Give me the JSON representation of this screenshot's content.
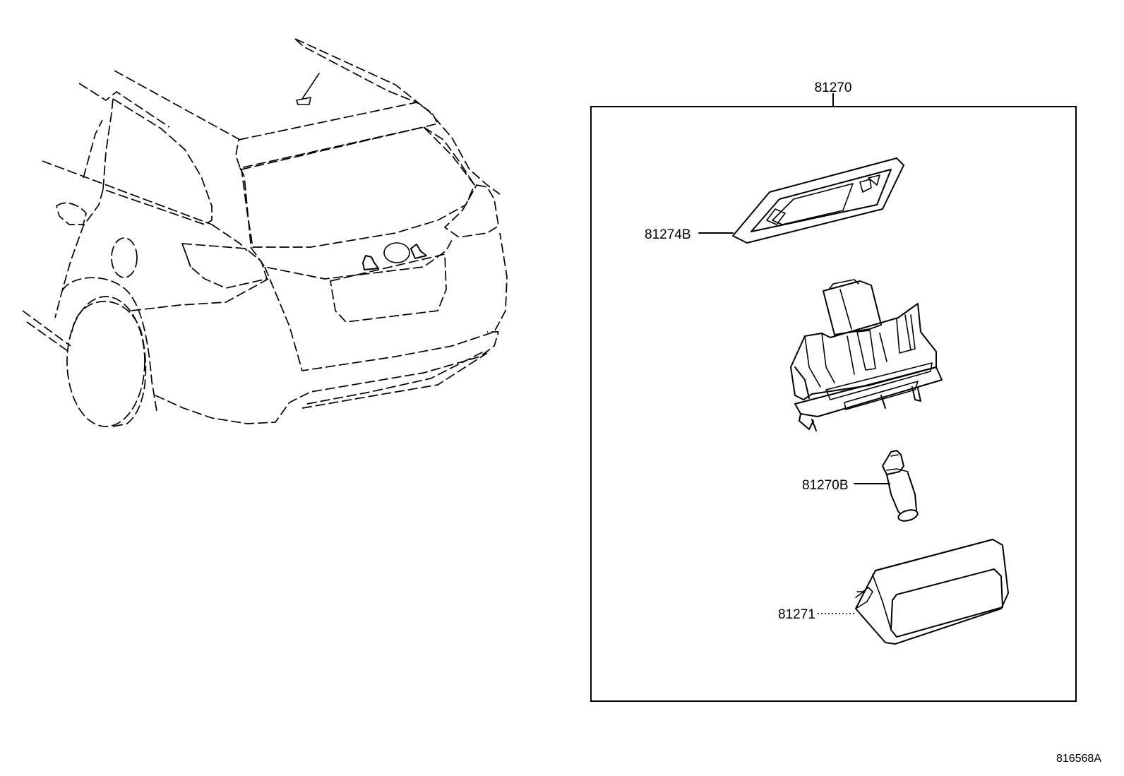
{
  "diagram": {
    "assembly_label": "81270",
    "parts": [
      {
        "part_number": "81274B"
      },
      {
        "part_number": "81270B"
      },
      {
        "part_number": "81271"
      }
    ],
    "drawing_code": "816568A"
  }
}
